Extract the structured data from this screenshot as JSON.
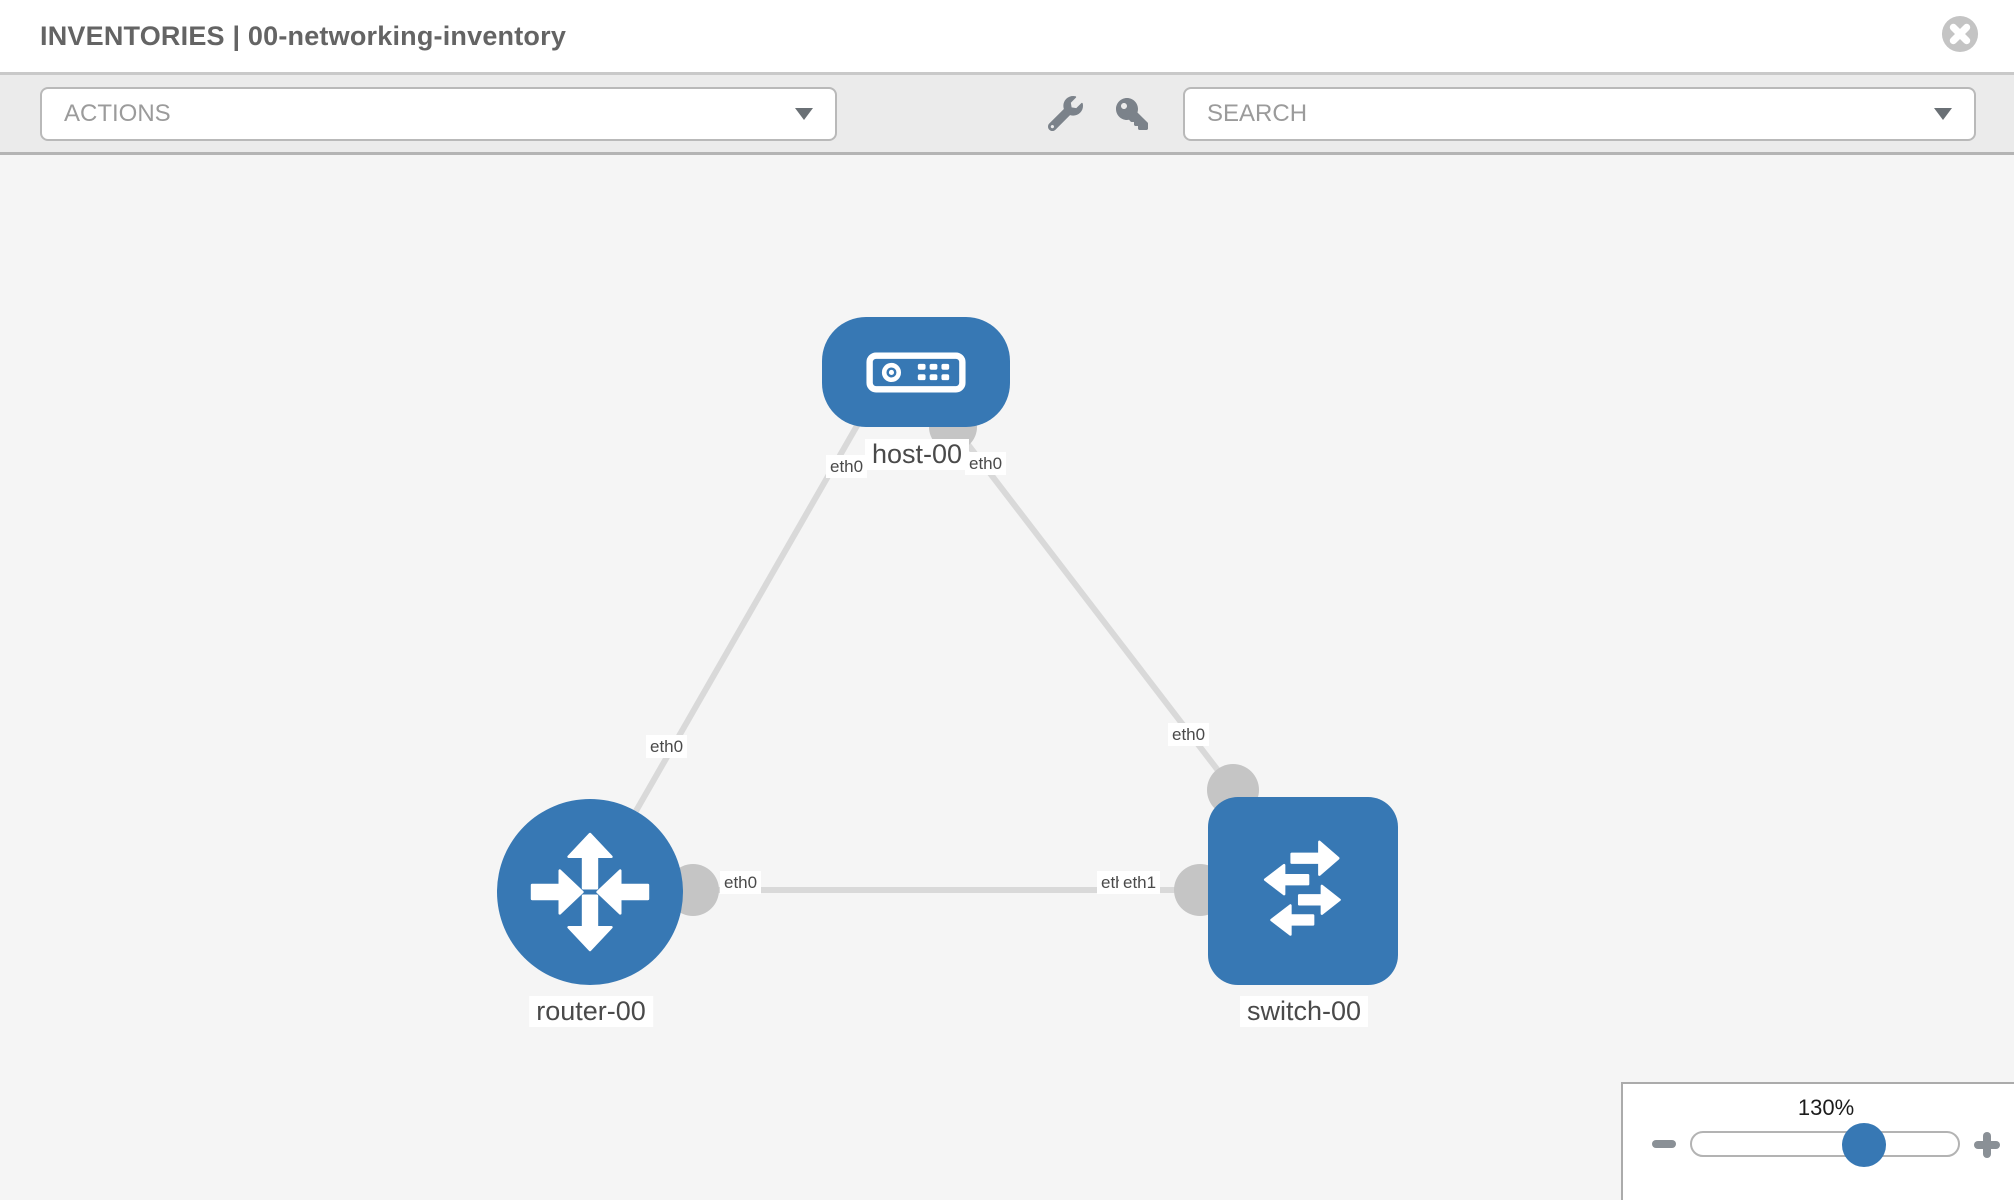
{
  "header": {
    "title": "INVENTORIES | 00-networking-inventory"
  },
  "toolbar": {
    "actions": {
      "placeholder": "ACTIONS"
    },
    "search": {
      "placeholder": "SEARCH"
    }
  },
  "icons": {
    "close": "close-icon",
    "wrench": "wrench-icon",
    "key": "key-icon",
    "caret": "caret-down-icon",
    "zoom_out": "minus-icon",
    "zoom_in": "plus-icon"
  },
  "topology": {
    "nodes": [
      {
        "label": "host-00",
        "type": "host"
      },
      {
        "label": "router-00",
        "type": "router"
      },
      {
        "label": "switch-00",
        "type": "switch"
      }
    ],
    "links": [
      {
        "from": "host-00",
        "from_interface": "eth0",
        "to": "router-00",
        "to_interface": "eth0"
      },
      {
        "from": "host-00",
        "from_interface": "eth0",
        "to": "switch-00",
        "to_interface": "eth0"
      },
      {
        "from": "router-00",
        "from_interface": "eth0",
        "to": "switch-00",
        "to_interface": "eth1"
      }
    ],
    "interface_labels": [
      {
        "text": "eth0"
      },
      {
        "text": "eth0"
      },
      {
        "text": "eth0"
      },
      {
        "text": "eth0"
      },
      {
        "text": "eth0"
      },
      {
        "text": "eth0"
      },
      {
        "text": "eth1"
      }
    ],
    "colors": {
      "node_fill": "#3778b4",
      "edge": "#d9d9d9",
      "port": "#c5c5c5",
      "label_text": "#4a4a4a"
    }
  },
  "zoom": {
    "level": "130%"
  }
}
